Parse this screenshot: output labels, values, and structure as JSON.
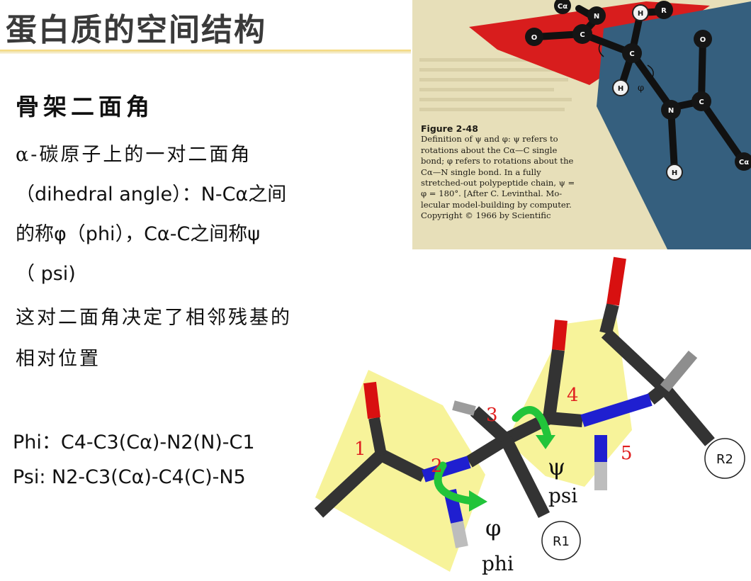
{
  "slide": {
    "title": "蛋白质的空间结构",
    "subheading": "骨架二面角",
    "paragraph": [
      "α-碳原子上的一对二面角",
      "（dihedral angle）：N-Cα之间",
      "的称φ（phi），Cα-C之间称ψ",
      "（ psi)",
      "这对二面角决定了相邻残基的",
      "相对位置"
    ],
    "formulas": {
      "phi": "Phi：C4-C3(Cα)-N2(N)-C1",
      "psi": "Psi: N2-C3(Cα)-C4(C)-N5"
    }
  },
  "book_figure": {
    "heading": "Figure 2-48",
    "caption_lines": [
      "Definition of ψ and φ: ψ refers to",
      "rotations about the Cα—C single",
      "bond; φ refers to rotations about the",
      "Cα—N single bond. In a fully",
      "stretched-out polypeptide chain, ψ =",
      "φ = 180°. [After C. Levinthal. Mo-",
      "lecular model-building by computer.",
      "Copyright © 1966 by Scientific"
    ],
    "atoms": [
      "Cα",
      "N",
      "H",
      "R",
      "O",
      "C",
      "C",
      "H",
      "φ",
      "N",
      "C",
      "O",
      "H",
      "Cα"
    ]
  },
  "diagram": {
    "atom_numbers": [
      "1",
      "2",
      "3",
      "4",
      "5"
    ],
    "phi_symbol": "φ",
    "phi_label": "phi",
    "psi_symbol": "ψ",
    "psi_label": "psi",
    "r1": "R1",
    "r2": "R2"
  },
  "colors": {
    "plane_fill": "#f7f39a",
    "oxygen": "#d81010",
    "nitrogen": "#1f1fd0",
    "carbon": "#3a3a3a",
    "hydrogen": "#bdbdbd",
    "rotation_arrow": "#22c43a",
    "atom_number": "#e02020",
    "book_red_plane": "#d81d1d",
    "book_blue_plane": "#355f7e"
  }
}
